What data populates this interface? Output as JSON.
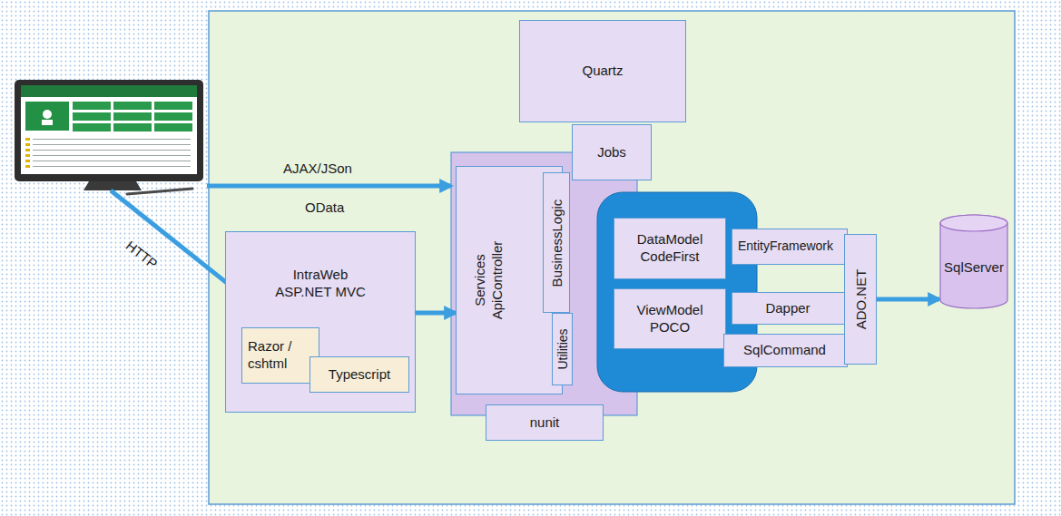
{
  "diagram": {
    "nodes": [
      {
        "text": [
          "Quartz"
        ]
      },
      {
        "text": [
          "Jobs"
        ]
      },
      {
        "text": [
          "Services ApiController"
        ]
      },
      {
        "text": [
          "BusinessLogic"
        ]
      },
      {
        "text": [
          "Utilities"
        ]
      },
      {
        "text": [
          "nunit"
        ]
      },
      {
        "text": [
          "IntraWeb ASP.NET MVC"
        ]
      },
      {
        "text": [
          "Razor / cshtml"
        ],
        "in": 6
      },
      {
        "text": [
          "Typescript"
        ],
        "in": 6
      },
      {
        "text": [
          "DataModel CodeFirst"
        ]
      },
      {
        "text": [
          "EntityFramework"
        ]
      },
      {
        "text": [
          "ViewModel POCO"
        ]
      },
      {
        "text": [
          "Dapper"
        ]
      },
      {
        "text": [
          "SqlCommand"
        ]
      },
      {
        "text": [
          "ADO.NET"
        ]
      },
      {
        "text": [
          "SqlServer"
        ]
      }
    ],
    "edges": [
      {
        "from": 6,
        "to": 2,
        "arrow": "to"
      },
      {
        "from": 14,
        "to": 15,
        "arrow": "to"
      }
    ],
    "labels": [
      "AJAX/JSon",
      "OData",
      "HTTP"
    ]
  }
}
